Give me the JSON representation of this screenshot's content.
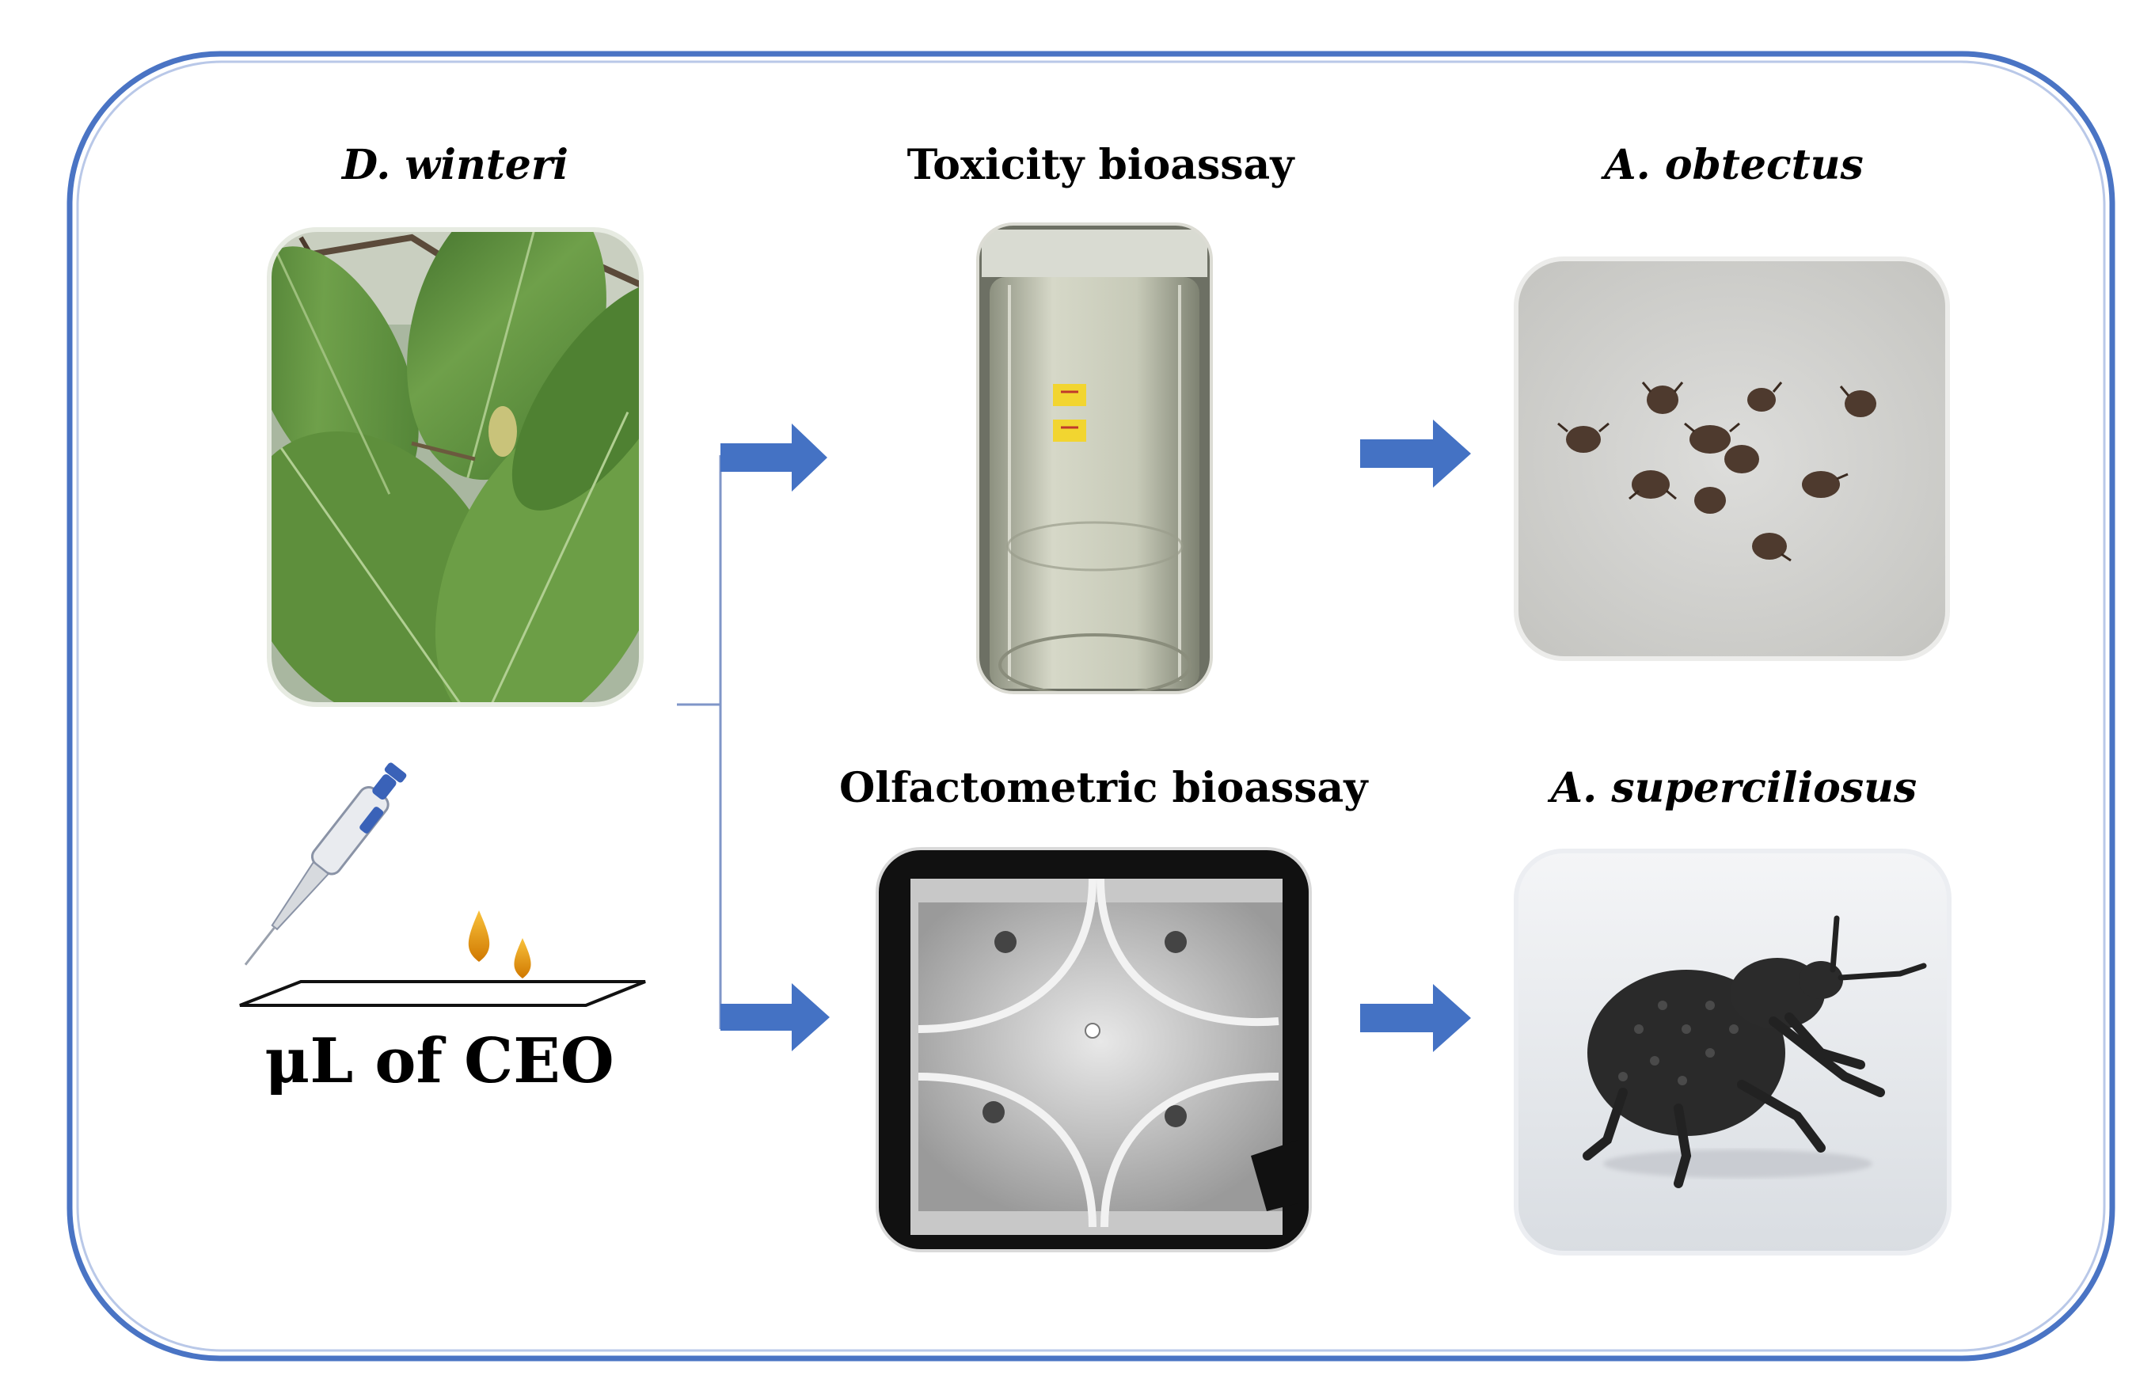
{
  "labels": {
    "plant_species": "D. winteri",
    "toxicity_assay": "Toxicity bioassay",
    "insect_one": "A. obtectus",
    "olfactometric_assay": "Olfactometric bioassay",
    "insect_two": "A. superciliosus",
    "dose_caption": "μL of CEO"
  },
  "colors": {
    "frame_border": "#4a74c4",
    "arrow_fill": "#4472c4",
    "connector_line": "#7f96c8",
    "oil_drop": "#e59400"
  },
  "images": {
    "plant_photo": "leaf-photo",
    "jar_photo": "glass-jar-photo",
    "beetles_photo": "beetles-photo",
    "olfactometer_photo": "olfactometer-photo",
    "weevil_photo": "weevil-photo",
    "pipette_illustration": "pipette-icon"
  }
}
